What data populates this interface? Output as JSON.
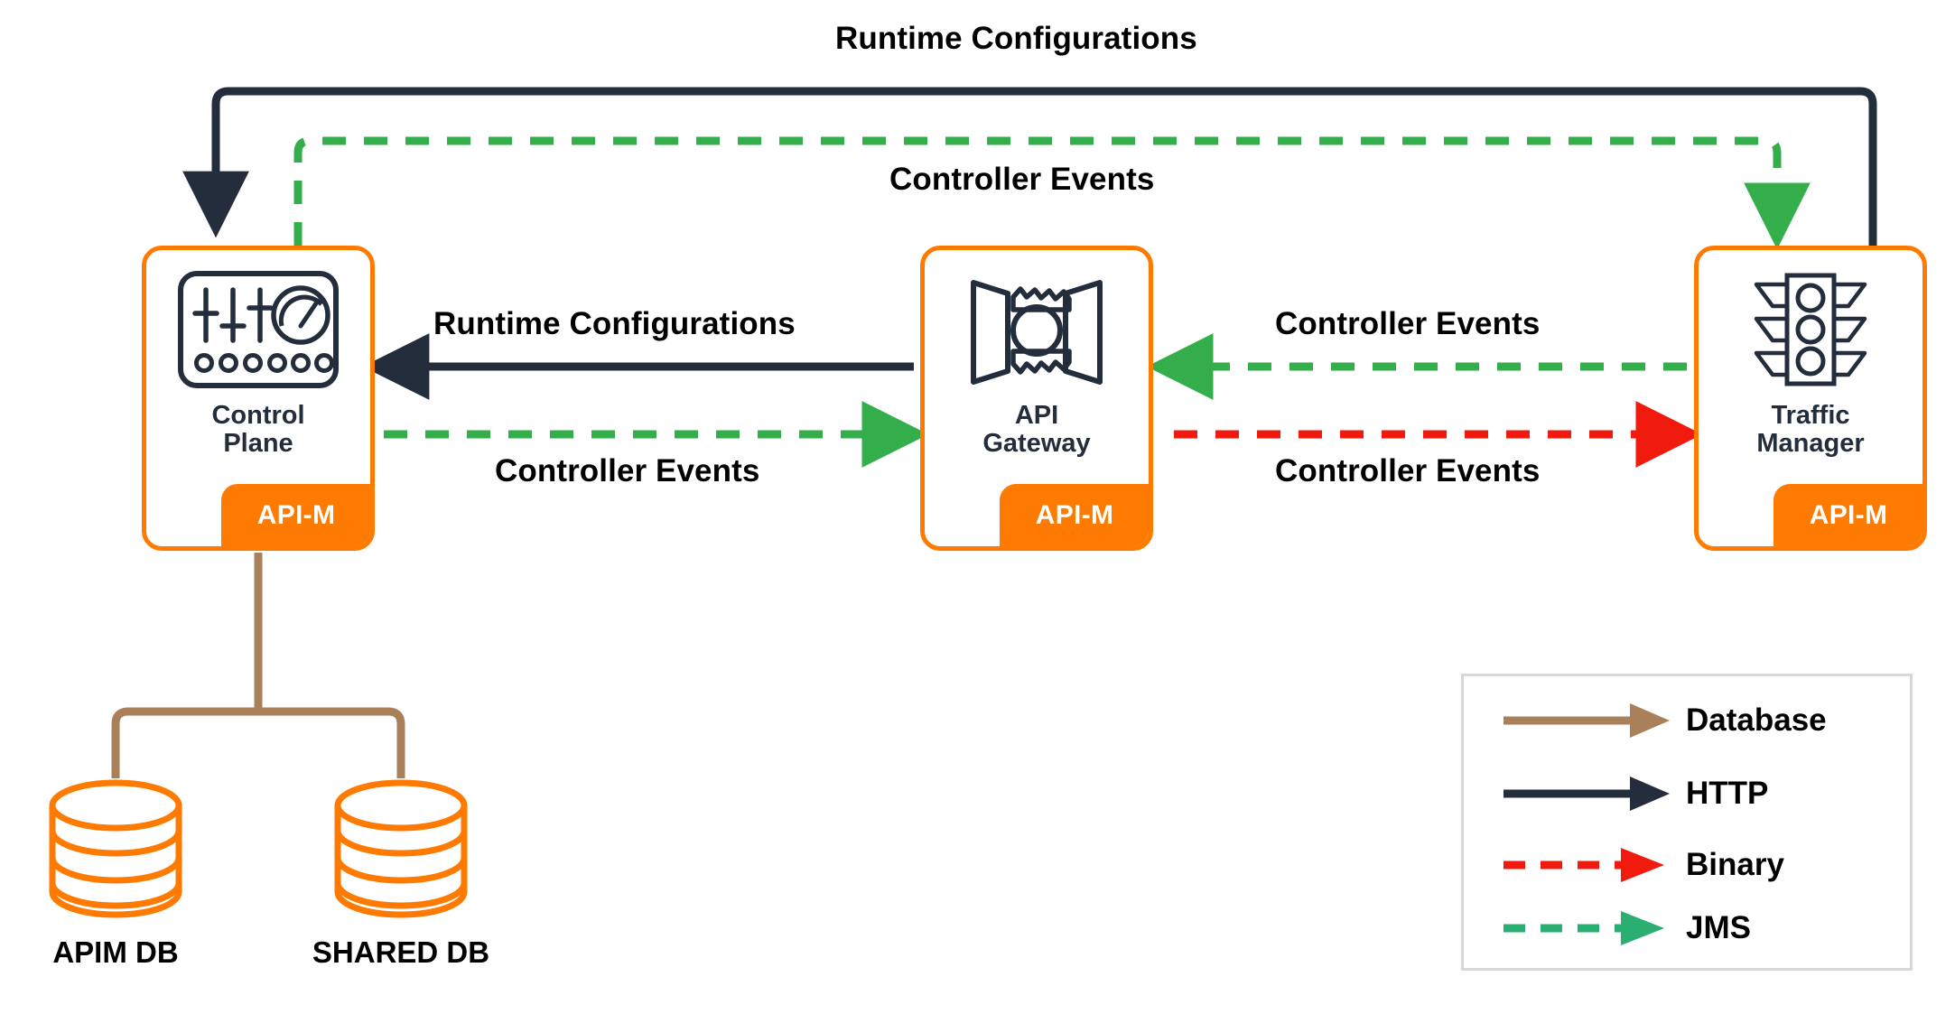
{
  "diagram": {
    "title_top": "Runtime Configurations",
    "title_mid": "Controller Events",
    "nodes": [
      {
        "id": "control-plane",
        "title": "Control\nPlane",
        "title_line1": "Control",
        "title_line2": "Plane",
        "badge": "API-M",
        "icon": "control-panel-sliders-icon"
      },
      {
        "id": "api-gateway",
        "title": "API\nGateway",
        "title_line1": "API",
        "title_line2": "Gateway",
        "badge": "API-M",
        "icon": "gateway-gear-icon"
      },
      {
        "id": "traffic-manager",
        "title": "Traffic\nManager",
        "title_line1": "Traffic",
        "title_line2": "Manager",
        "badge": "API-M",
        "icon": "traffic-light-icon"
      }
    ],
    "databases": [
      {
        "id": "apim-db",
        "label": "APIM DB",
        "icon": "database-cylinder-icon"
      },
      {
        "id": "shared-db",
        "label": "SHARED DB",
        "icon": "database-cylinder-icon"
      }
    ],
    "edges": [
      {
        "id": "tm-to-cp-http",
        "label": "Runtime Configurations",
        "protocol": "HTTP",
        "from": "traffic-manager",
        "to": "control-plane",
        "style": "solid",
        "color": "#232D3B"
      },
      {
        "id": "cp-to-tm-jms",
        "label": "Controller Events",
        "protocol": "JMS",
        "from": "control-plane",
        "to": "traffic-manager",
        "style": "dashed",
        "color": "#34AE4B"
      },
      {
        "id": "gw-to-cp-http",
        "label": "Runtime Configurations",
        "protocol": "HTTP",
        "from": "api-gateway",
        "to": "control-plane",
        "style": "solid",
        "color": "#232D3B"
      },
      {
        "id": "cp-to-gw-jms",
        "label": "Controller Events",
        "protocol": "JMS",
        "from": "control-plane",
        "to": "api-gateway",
        "style": "dashed",
        "color": "#34AE4B"
      },
      {
        "id": "tm-to-gw-jms",
        "label": "Controller Events",
        "protocol": "JMS",
        "from": "traffic-manager",
        "to": "api-gateway",
        "style": "dashed",
        "color": "#34AE4B"
      },
      {
        "id": "gw-to-tm-binary",
        "label": "Controller Events",
        "protocol": "Binary",
        "from": "api-gateway",
        "to": "traffic-manager",
        "style": "dashed",
        "color": "#F01A0E"
      },
      {
        "id": "cp-to-db",
        "label": "",
        "protocol": "Database",
        "from": "control-plane",
        "to": "databases",
        "style": "solid",
        "color": "#A9805A"
      }
    ],
    "legend": {
      "items": [
        {
          "label": "Database",
          "color": "#A9805A",
          "style": "solid",
          "icon": "arrow-right-icon"
        },
        {
          "label": "HTTP",
          "color": "#232D3B",
          "style": "solid",
          "icon": "arrow-right-icon"
        },
        {
          "label": "Binary",
          "color": "#F01A0E",
          "style": "dashed",
          "icon": "arrow-right-icon"
        },
        {
          "label": "JMS",
          "color": "#2AAE72",
          "style": "dashed",
          "icon": "arrow-right-icon"
        }
      ]
    },
    "colors": {
      "orange": "#FF7A00",
      "navy": "#232D3B",
      "green": "#34AE4B",
      "red": "#F01A0E",
      "brown": "#A9805A",
      "legend_border": "#d8d8d8"
    }
  }
}
